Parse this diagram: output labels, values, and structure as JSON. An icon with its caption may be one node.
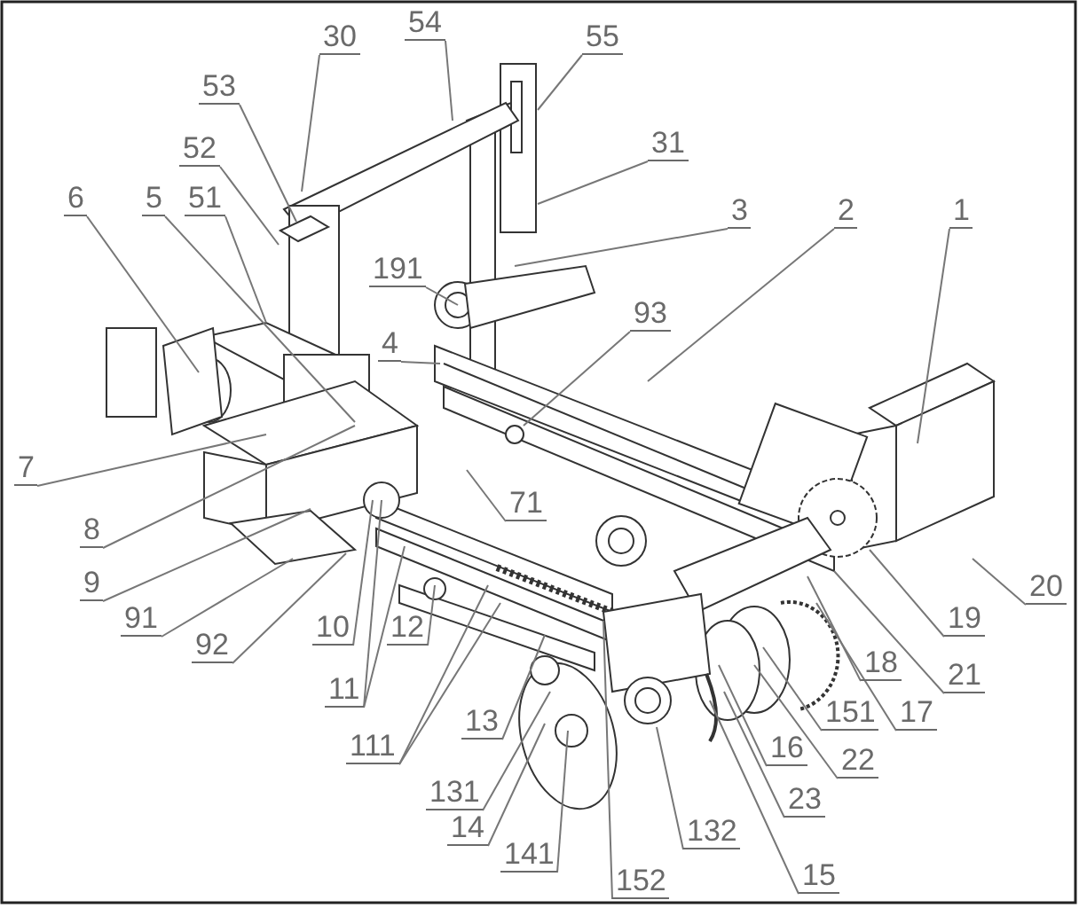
{
  "diagram": {
    "nodes": [
      {
        "text": [
          "30"
        ]
      },
      {
        "text": [
          "54"
        ]
      },
      {
        "text": [
          "55"
        ]
      },
      {
        "text": [
          "53"
        ]
      },
      {
        "text": [
          "52"
        ]
      },
      {
        "text": [
          "31"
        ]
      },
      {
        "text": [
          "6"
        ]
      },
      {
        "text": [
          "5"
        ]
      },
      {
        "text": [
          "51"
        ]
      },
      {
        "text": [
          "3"
        ]
      },
      {
        "text": [
          "2"
        ]
      },
      {
        "text": [
          "1"
        ]
      },
      {
        "text": [
          "191"
        ]
      },
      {
        "text": [
          "93"
        ]
      },
      {
        "text": [
          "4"
        ]
      },
      {
        "text": [
          "7"
        ]
      },
      {
        "text": [
          "71"
        ]
      },
      {
        "text": [
          "8"
        ]
      },
      {
        "text": [
          "9"
        ]
      },
      {
        "text": [
          "20"
        ]
      },
      {
        "text": [
          "19"
        ]
      },
      {
        "text": [
          "91"
        ]
      },
      {
        "text": [
          "10"
        ]
      },
      {
        "text": [
          "12"
        ]
      },
      {
        "text": [
          "92"
        ]
      },
      {
        "text": [
          "18"
        ]
      },
      {
        "text": [
          "21"
        ]
      },
      {
        "text": [
          "11"
        ]
      },
      {
        "text": [
          "151"
        ]
      },
      {
        "text": [
          "17"
        ]
      },
      {
        "text": [
          "13"
        ]
      },
      {
        "text": [
          "111"
        ]
      },
      {
        "text": [
          "16"
        ]
      },
      {
        "text": [
          "22"
        ]
      },
      {
        "text": [
          "131"
        ]
      },
      {
        "text": [
          "23"
        ]
      },
      {
        "text": [
          "14"
        ]
      },
      {
        "text": [
          "132"
        ]
      },
      {
        "text": [
          "141"
        ]
      },
      {
        "text": [
          "15"
        ]
      },
      {
        "text": [
          "152"
        ]
      }
    ],
    "edges": [
      {
        "from": 0,
        "to": null,
        "arrow": "none"
      },
      {
        "from": 1,
        "to": null,
        "arrow": "none"
      },
      {
        "from": 2,
        "to": null,
        "arrow": "none"
      },
      {
        "from": 3,
        "to": null,
        "arrow": "none"
      },
      {
        "from": 4,
        "to": null,
        "arrow": "none"
      },
      {
        "from": 5,
        "to": null,
        "arrow": "none"
      },
      {
        "from": 6,
        "to": null,
        "arrow": "none"
      },
      {
        "from": 7,
        "to": null,
        "arrow": "none"
      },
      {
        "from": 8,
        "to": null,
        "arrow": "none"
      },
      {
        "from": 9,
        "to": null,
        "arrow": "none"
      },
      {
        "from": 10,
        "to": null,
        "arrow": "none"
      },
      {
        "from": 11,
        "to": null,
        "arrow": "none"
      },
      {
        "from": 12,
        "to": null,
        "arrow": "none"
      },
      {
        "from": 13,
        "to": null,
        "arrow": "none"
      },
      {
        "from": 14,
        "to": null,
        "arrow": "none"
      },
      {
        "from": 15,
        "to": null,
        "arrow": "none"
      },
      {
        "from": 16,
        "to": null,
        "arrow": "none"
      },
      {
        "from": 17,
        "to": null,
        "arrow": "none"
      },
      {
        "from": 18,
        "to": null,
        "arrow": "none"
      },
      {
        "from": 19,
        "to": null,
        "arrow": "none"
      },
      {
        "from": 20,
        "to": null,
        "arrow": "none"
      },
      {
        "from": 21,
        "to": null,
        "arrow": "none"
      },
      {
        "from": 22,
        "to": null,
        "arrow": "none"
      },
      {
        "from": 23,
        "to": null,
        "arrow": "none"
      },
      {
        "from": 24,
        "to": null,
        "arrow": "none"
      },
      {
        "from": 25,
        "to": null,
        "arrow": "none"
      },
      {
        "from": 26,
        "to": null,
        "arrow": "none"
      },
      {
        "from": 27,
        "to": null,
        "arrow": "none"
      },
      {
        "from": 27,
        "to": null,
        "arrow": "none"
      },
      {
        "from": 28,
        "to": null,
        "arrow": "none"
      },
      {
        "from": 29,
        "to": null,
        "arrow": "none"
      },
      {
        "from": 30,
        "to": null,
        "arrow": "none"
      },
      {
        "from": 31,
        "to": null,
        "arrow": "none"
      },
      {
        "from": 31,
        "to": null,
        "arrow": "none"
      },
      {
        "from": 32,
        "to": null,
        "arrow": "none"
      },
      {
        "from": 33,
        "to": null,
        "arrow": "none"
      },
      {
        "from": 34,
        "to": null,
        "arrow": "none"
      },
      {
        "from": 35,
        "to": null,
        "arrow": "none"
      },
      {
        "from": 36,
        "to": null,
        "arrow": "none"
      },
      {
        "from": 37,
        "to": null,
        "arrow": "none"
      },
      {
        "from": 38,
        "to": null,
        "arrow": "none"
      },
      {
        "from": 39,
        "to": null,
        "arrow": "none"
      },
      {
        "from": 40,
        "to": null,
        "arrow": "none"
      }
    ]
  }
}
